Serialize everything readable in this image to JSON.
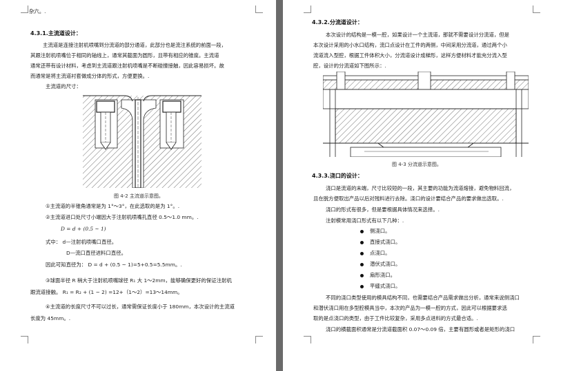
{
  "left": {
    "top_line": "杂六。.",
    "h_431": "4.3.1.主流道设计：",
    "p1": [
      "主流道是连接注射机喷嘴到分流道的部分通道，此部分也是流注系统的前面一段，",
      "其跟注射机喷嘴位于相同的轴线上，通常其截面为圆形，且带有相应的锥度。主流道",
      "通常还带有设计材料，考虑到主流道跟注射机喷嘴是不断碰撞接触，因此容易损坏。故",
      "而通常是将主流道衬套做成分体的形式，方便更换。."
    ],
    "size_title": "主流道的尺寸：",
    "fig42_caption": "图 4-2    主流道示意图。",
    "item1": "①主流道的半锥角通常是为 1°～3°，在此选取的是为 1°。.",
    "item2": "②主流道进口处尺寸小端因大于注射机喷嘴孔直径 0.5～1.0 mm。.",
    "formula1": "D = d + (0.5 ~ 1)",
    "formula1_where": "式中：  d—注射机喷嘴口直径。",
    "formula1_D": "D—流口直径进料口直径。",
    "calc_line": "因此可知直径为：  D = d + (0.5 ~ 1)=5+0.5=5.5mm。.",
    "item3": "③球面半径 R 稍大于注射机喷嘴球径 R₁ 大 1～2mm，能够确保更好的保证注射机",
    "item3b": "跟流道接触。 R₁ = R₂ + (1 ~ 2) =12+（1～2）=13～14mm。",
    "item4": "④主流道的长度尺寸不可以过长，通常需保证长度小于 180mm，本次设计的主流道",
    "item4b": "长度为 45mm。."
  },
  "right": {
    "h_432": "4.3.2.分流道设计：",
    "p2": [
      "本次设计的结构是一模一腔，如果设计一个主流道，那就不需要设计分流道，但是",
      "本次设计采用的小水口结构，流口点设计在工件的两侧，中间采用分流道，通过两个小",
      "流道流入型腔，根据工件体积大小，分流道设计成梯形，这样方便材料才能充分流入型",
      "腔，设计的分流道如下图所示：."
    ],
    "fig43_caption": "图 4-3    分流道示意图。",
    "h_433": "4.3.3.浇口的设计：",
    "p3": [
      "浇口是流道的末端，尺寸比较短的一段，其主要的功能为流道熔接，避免物料回流，",
      "且在脱方便取出产品以后对残料进行去除。浇口的设计要结合产品的要求做出选取。."
    ],
    "p4": "浇口的形式有很多，但是要根据具体情况来选择。.",
    "p5": "注射模常用浇口形式有以下几种：.",
    "gate_types": [
      "侧浇口。",
      "直接式浇口。",
      "点浇口。",
      "潜伏式浇口。",
      "扇形浇口。",
      "平缝式浇口。"
    ],
    "p6": [
      "不同的浇口类型使用的模具结构不同，也需要结合产品需求做出分析，通常来说侧浇口",
      "和潜伏浇口用在多型腔模具当中，本次的产品为一模一腔的方式，因此可以根据要求选",
      "取的是点浇口的类型，由于工件比较复杂，采用多点进料的方式最合适。."
    ],
    "p7": "浇口的横截面积通常是分流道截面积 0.07～0.09 倍，主要有圆形或者是矩形的浇口"
  }
}
